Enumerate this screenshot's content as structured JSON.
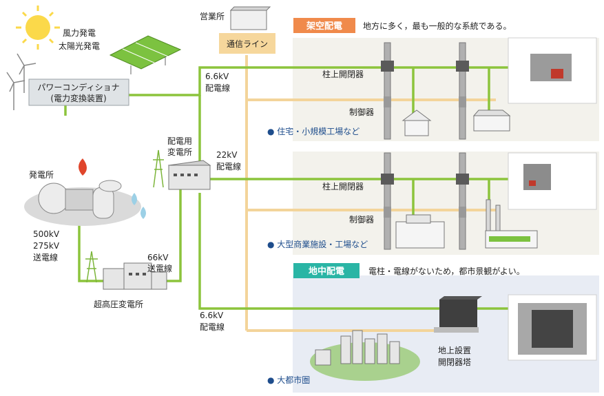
{
  "sources": {
    "wind_solar": [
      "風力発電",
      "太陽光発電"
    ],
    "power_conditioner": [
      "パワーコンディショナ",
      "(電力変換装置)"
    ],
    "power_plant": "発電所",
    "transmission_voltages": [
      "500kV",
      "275kV",
      "送電線"
    ],
    "ultra_substation": "超高圧変電所"
  },
  "mid": {
    "office": "営業所",
    "comm_line": "通信ライン",
    "dist_substation": [
      "配電用",
      "変電所"
    ],
    "line_66kv": [
      "66kV",
      "送電線"
    ],
    "line_66_6_upper": [
      "6.6kV",
      "配電線"
    ],
    "line_22kv": [
      "22kV",
      "配電線"
    ],
    "line_66_6_lower": [
      "6.6kV",
      "配電線"
    ]
  },
  "overhead": {
    "badge": "架空配電",
    "description": "地方に多く，最も一般的な系統である。",
    "switch_label_1": "柱上開閉器",
    "controller_label_1": "制御器",
    "bullet_1": "● 住宅・小規模工場など",
    "switch_label_2": "柱上開閉器",
    "controller_label_2": "制御器",
    "bullet_2": "● 大型商業施設・工場など"
  },
  "underground": {
    "badge": "地中配電",
    "description": "電柱・電線がないため，都市景観がよい。",
    "tower_label": [
      "地上設置",
      "開閉器塔"
    ],
    "bullet": "● 大都市圏"
  },
  "colors": {
    "line_green": "#8cc43c",
    "comm_line": "#f3d49a",
    "badge_orange": "#f08a4b",
    "badge_teal": "#2ab5a5",
    "bullet_blue": "#1e4d8c"
  }
}
